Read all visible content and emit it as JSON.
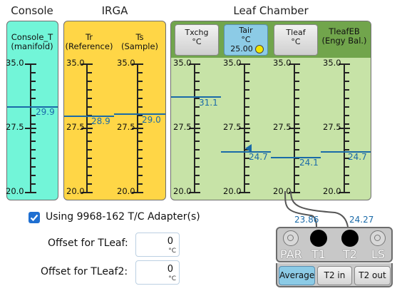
{
  "sections": {
    "console": "Console",
    "irga": "IRGA",
    "leaf_chamber": "Leaf Chamber"
  },
  "columns": {
    "console_t": {
      "name": "Console_T",
      "sub": "(manifold)",
      "value": "29.9"
    },
    "tr": {
      "name": "Tr",
      "sub": "(Reference)",
      "value": "28.9"
    },
    "ts": {
      "name": "Ts",
      "sub": "(Sample)",
      "value": "29.0"
    },
    "txchg": {
      "name": "Txchg",
      "unit": "°C",
      "value": "31.1"
    },
    "tair": {
      "name": "Tair",
      "unit": "°C",
      "setpoint": "25.00",
      "value": "24.7"
    },
    "tleaf": {
      "name": "Tleaf",
      "unit": "°C",
      "value": "24.1"
    },
    "tleafeb": {
      "name": "TleafEB",
      "sub": "(Engy Bal.)",
      "value": "24.7"
    }
  },
  "scale": {
    "max": "35.0",
    "mid": "27.5",
    "min": "20.0"
  },
  "adapter": {
    "checkbox_label": "Using 9968-162 T/C Adapter(s)",
    "checked": true
  },
  "offsets": {
    "tleaf_label": "Offset for TLeaf:",
    "tleaf_value": "0",
    "tleaf_unit": "°C",
    "tleaf2_label": "Offset for TLeaf2:",
    "tleaf2_value": "0",
    "tleaf2_unit": "°C"
  },
  "thermocouples": {
    "t1_value": "23.86",
    "t2_value": "24.27",
    "ports": [
      "PAR",
      "T1",
      "T2",
      "LS"
    ]
  },
  "sensor_buttons": {
    "average": "Average",
    "t2_in": "T2 in",
    "t2_out": "T2 out"
  },
  "colors": {
    "console_bg": "#72f5d8",
    "irga_bg": "#ffd646",
    "leaf_bg": "#c7e3a7",
    "leaf_header": "#71a54c",
    "value_line": "#1a6aa8",
    "selected": "#8ccbe6"
  },
  "icons": {
    "setpoint": "yellow-dot-icon",
    "checkbox": "checkmark-icon"
  }
}
